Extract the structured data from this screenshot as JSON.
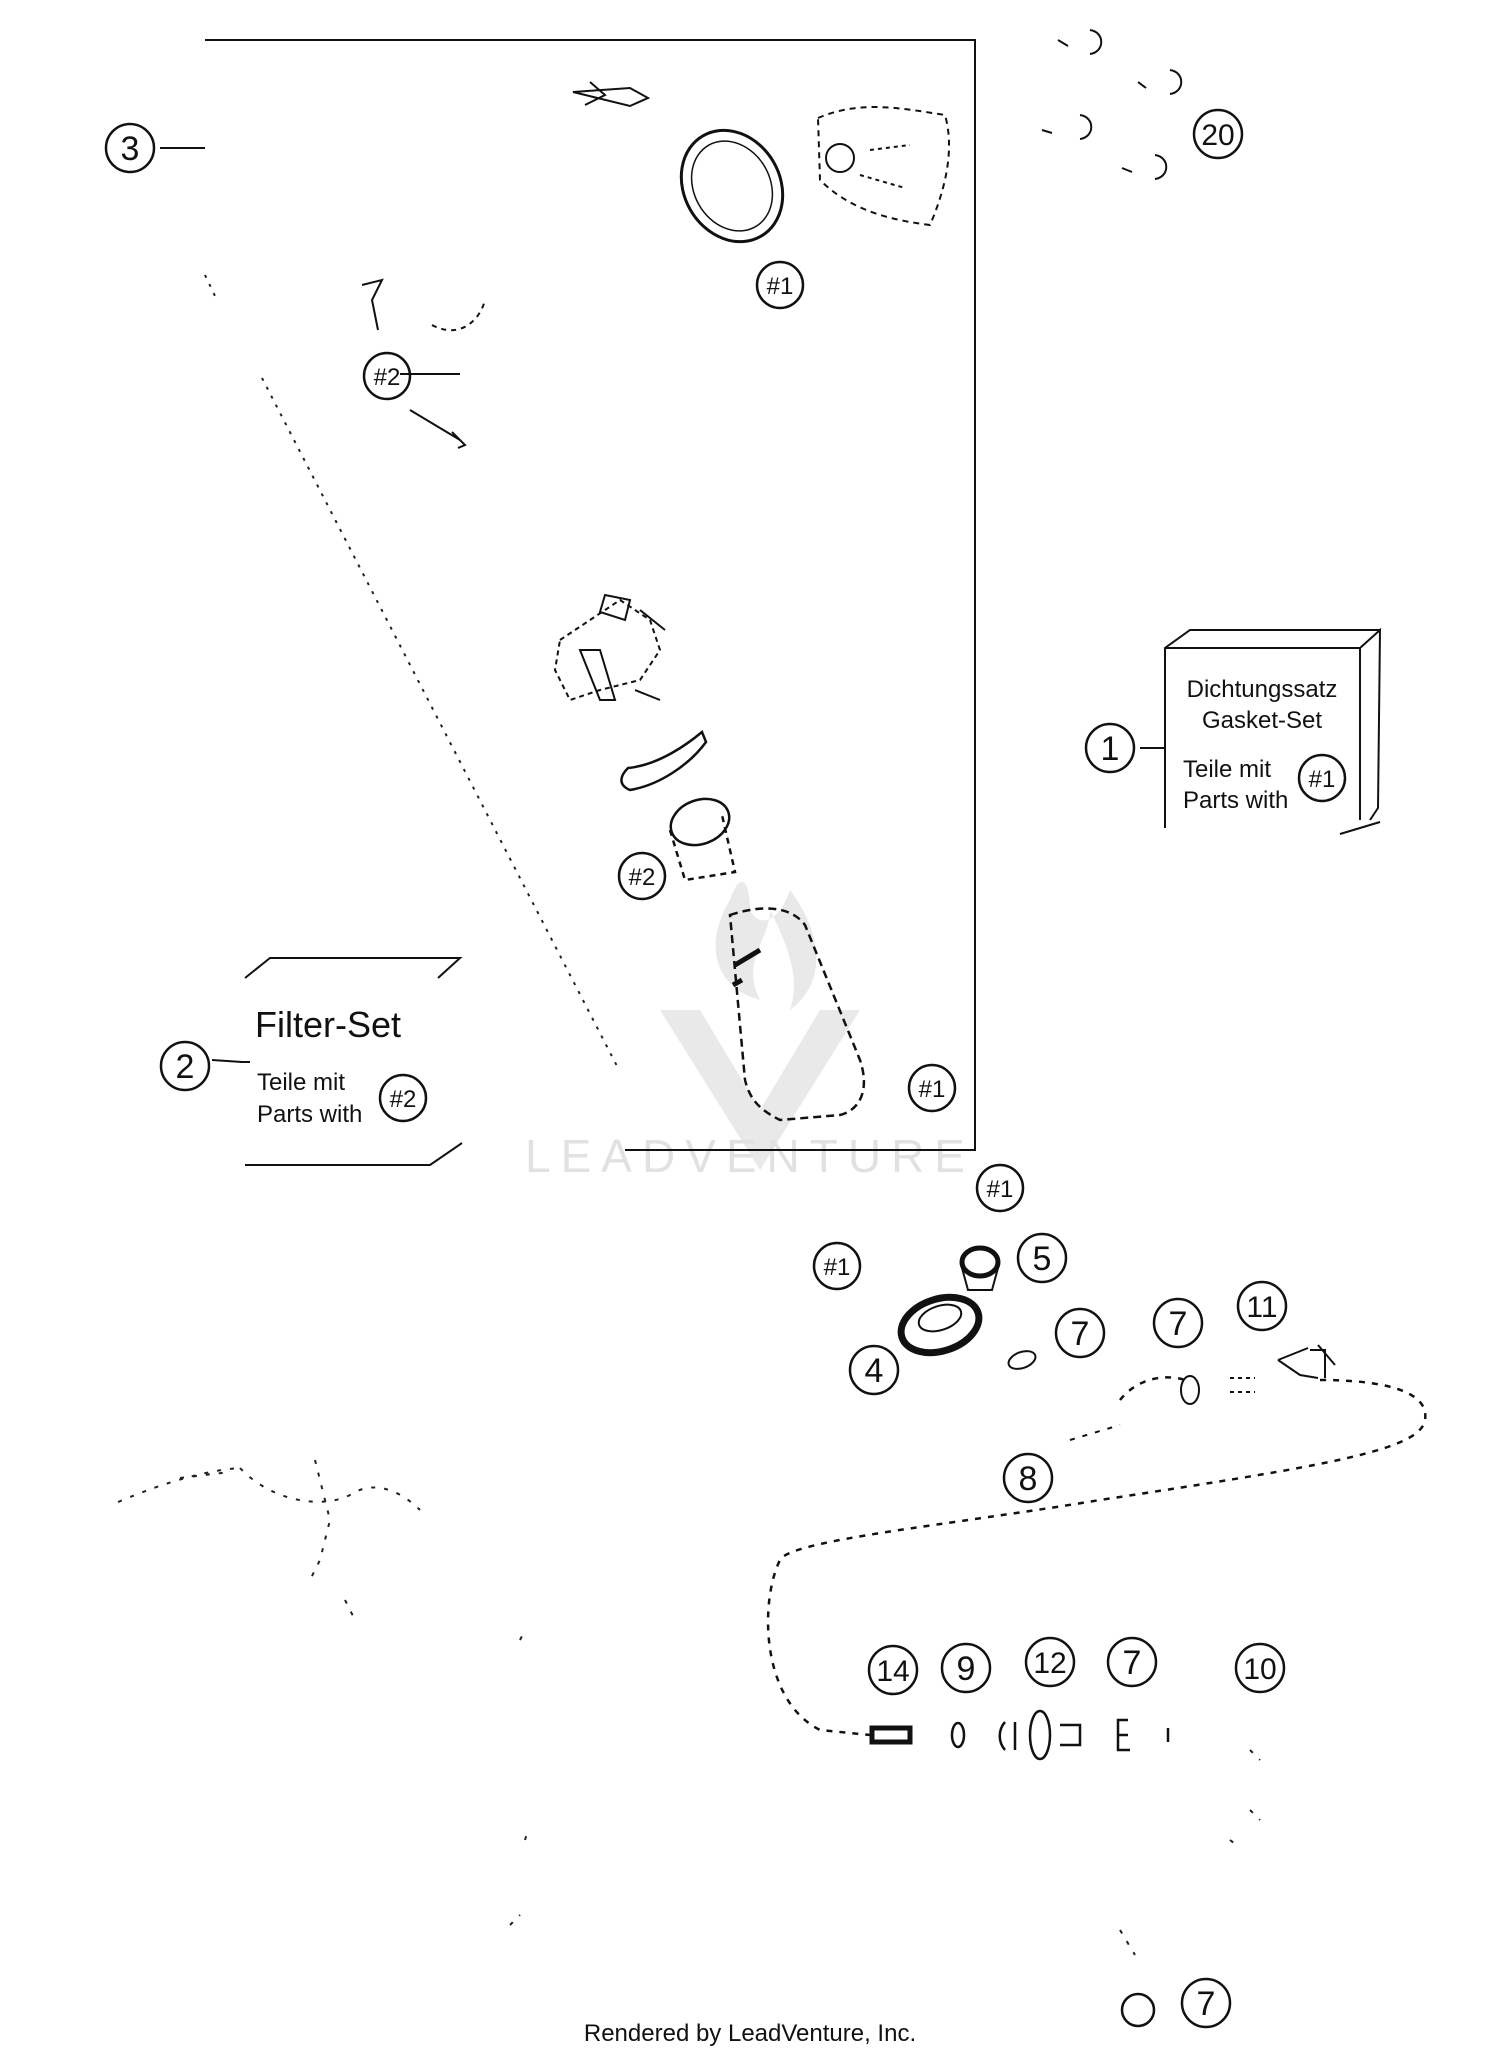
{
  "callouts": {
    "c1": "1",
    "c2": "2",
    "c3": "3",
    "c4": "4",
    "c5": "5",
    "c7a": "7",
    "c7b": "7",
    "c7c": "7",
    "c7d": "7",
    "c8": "8",
    "c9": "9",
    "c10": "10",
    "c11": "11",
    "c12": "12",
    "c14": "14",
    "c20": "20",
    "h1a": "#1",
    "h1b": "#1",
    "h1c": "#1",
    "h1d": "#1",
    "h1e": "#1",
    "h2a": "#2",
    "h2b": "#2",
    "h2c": "#2"
  },
  "gasket_box": {
    "line1": "Dichtungssatz",
    "line2": "Gasket-Set",
    "line3": "Teile mit",
    "line4": "Parts with"
  },
  "filter_box": {
    "title": "Filter-Set",
    "line1": "Teile mit",
    "line2": "Parts with"
  },
  "watermark": "LEADVENTURE",
  "footer": "Rendered by LeadVenture, Inc."
}
